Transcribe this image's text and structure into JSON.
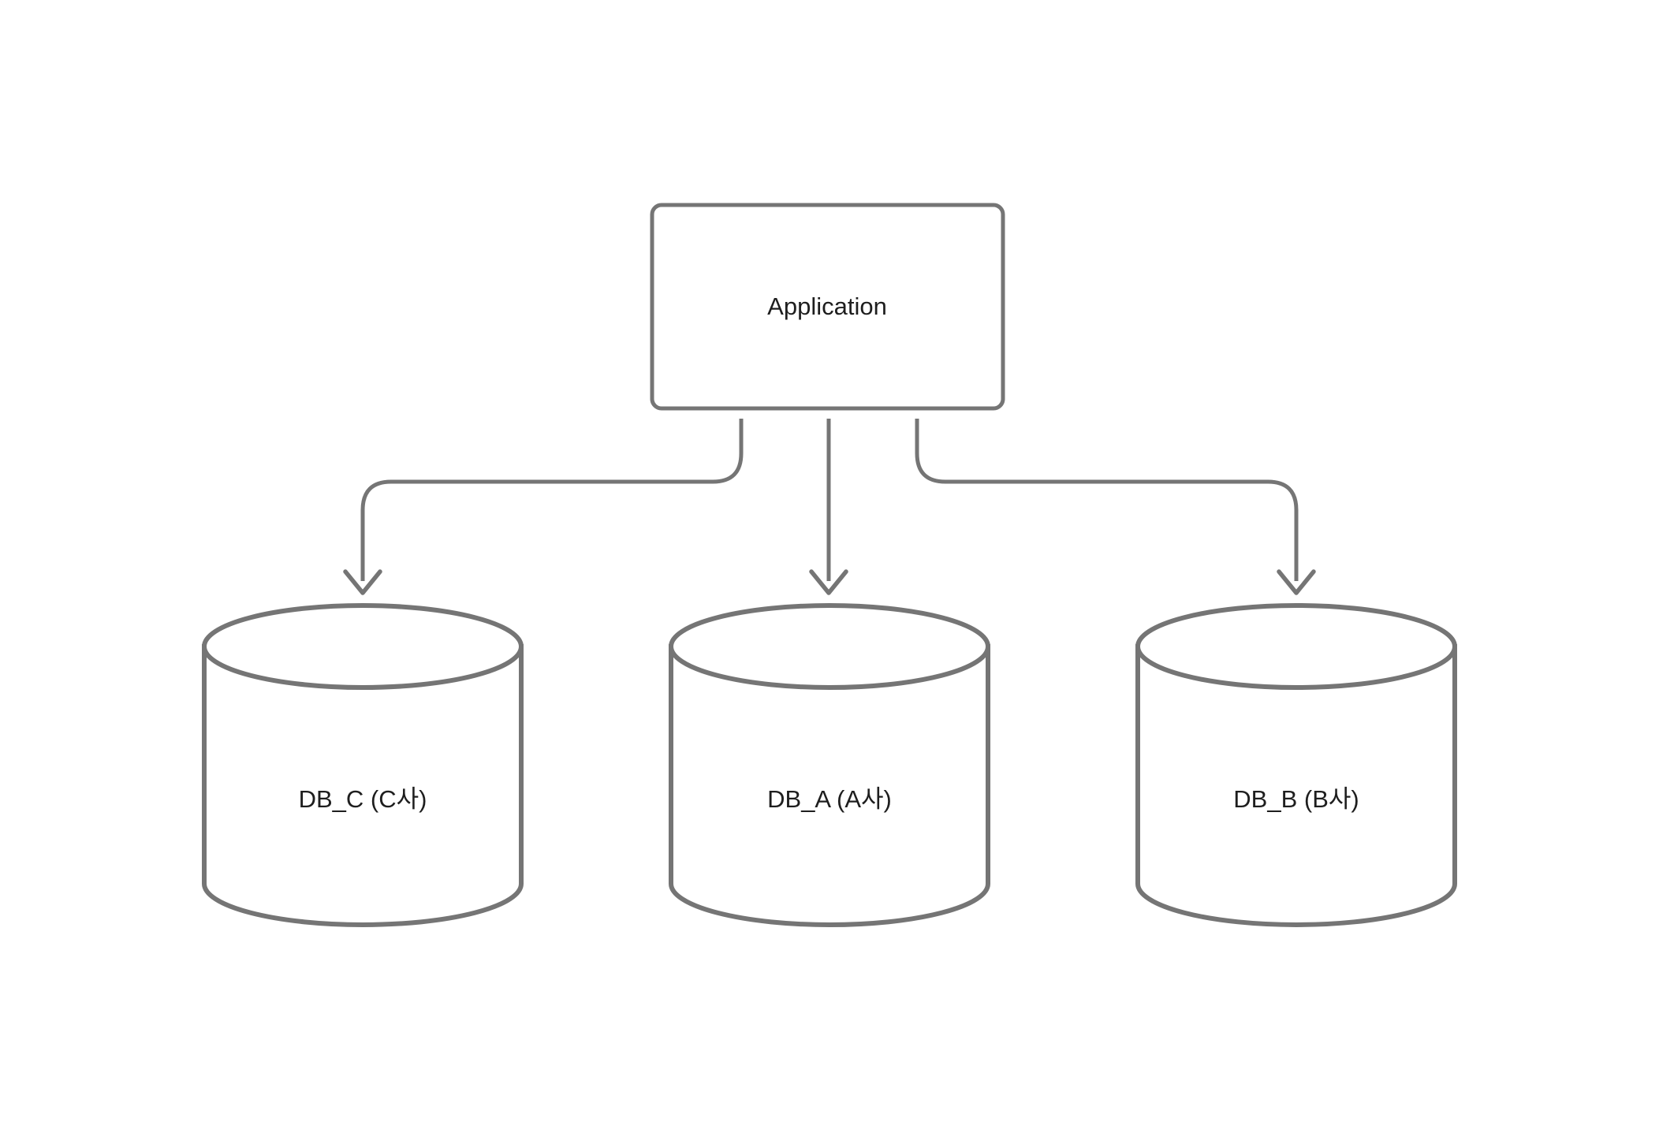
{
  "diagram": {
    "title": "application-database-architecture",
    "application_node": {
      "label": "Application"
    },
    "database_nodes": [
      {
        "id": "db-c",
        "label": "DB_C (C사)"
      },
      {
        "id": "db-a",
        "label": "DB_A (A사)"
      },
      {
        "id": "db-b",
        "label": "DB_B (B사)"
      }
    ],
    "edges": [
      {
        "from": "Application",
        "to": "DB_C (C사)",
        "direction": "down-left"
      },
      {
        "from": "Application",
        "to": "DB_A (A사)",
        "direction": "down"
      },
      {
        "from": "Application",
        "to": "DB_B (B사)",
        "direction": "down-right"
      }
    ],
    "colors": {
      "stroke": "#757575",
      "text": "#1e1e1e",
      "background": "#ffffff"
    }
  }
}
